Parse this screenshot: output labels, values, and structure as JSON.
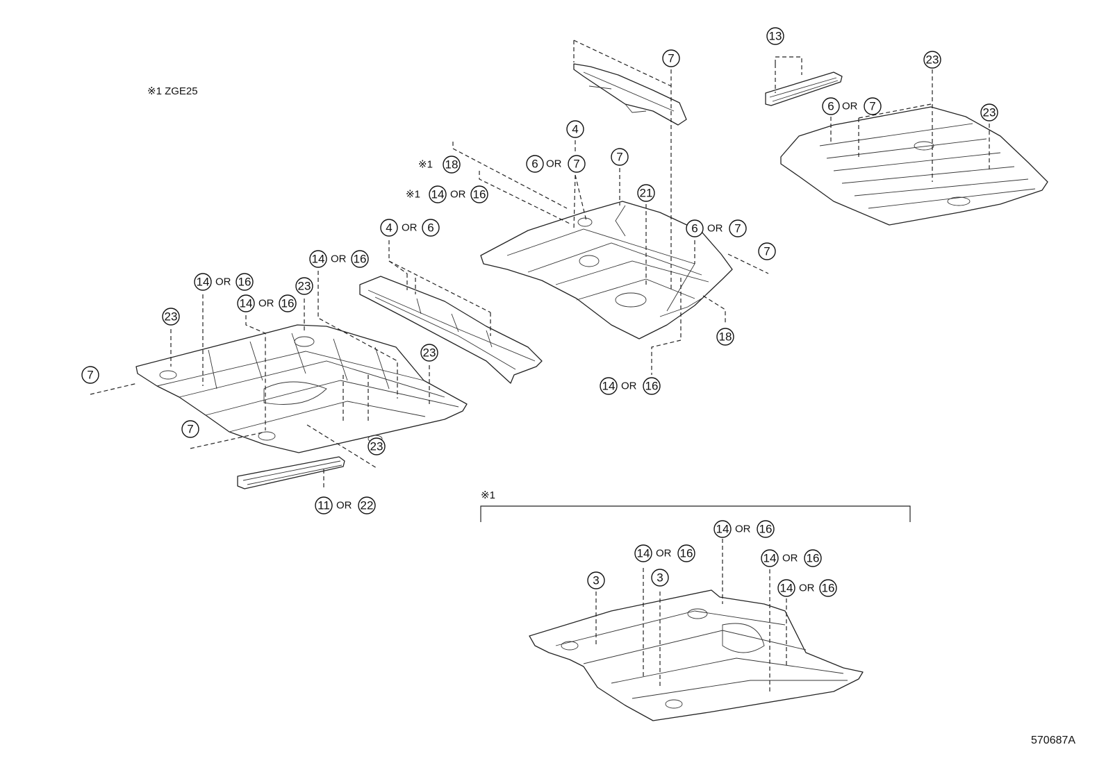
{
  "note_zge25": "※1 ZGE25",
  "note_inset": "※1",
  "mark_prefix": "※1",
  "drawing_code": "570687A",
  "or_text": "OR",
  "callouts": {
    "c3": "3",
    "c4": "4",
    "c6": "6",
    "c7": "7",
    "c11": "11",
    "c13": "13",
    "c14": "14",
    "c16": "16",
    "c18": "18",
    "c21": "21",
    "c22": "22",
    "c23": "23"
  }
}
